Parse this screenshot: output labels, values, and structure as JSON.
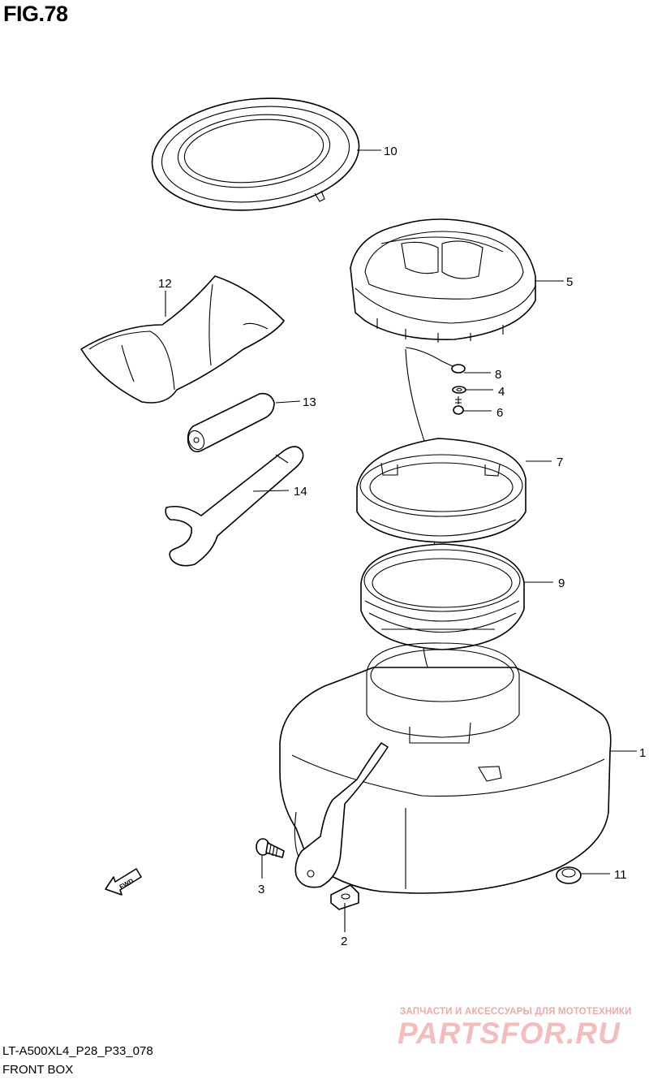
{
  "figure": {
    "title": "FIG.78",
    "model_code": "LT-A500XL4_P28_P33_078",
    "name": "FRONT BOX"
  },
  "callouts": {
    "c1": "1",
    "c2": "2",
    "c3": "3",
    "c4": "4",
    "c5": "5",
    "c6": "6",
    "c7": "7",
    "c8": "8",
    "c9": "9",
    "c10": "10",
    "c11": "11",
    "c12": "12",
    "c13": "13",
    "c14": "14"
  },
  "direction_marker": "FWD",
  "watermark": {
    "tagline": "ЗАПЧАСТИ И АКСЕССУАРЫ ДЛЯ МОТОТЕХНИКИ",
    "logo": "PARTSFOR.RU"
  }
}
